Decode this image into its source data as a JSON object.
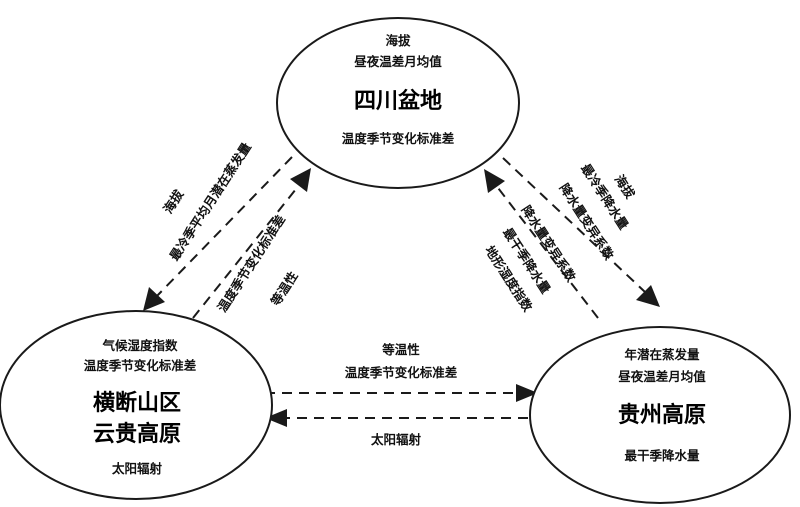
{
  "nodes": {
    "sichuan": {
      "top_lines": [
        "海拔",
        "昼夜温差月均值"
      ],
      "name_lines": [
        "四川盆地"
      ],
      "bottom_lines": [
        "温度季节变化标准差"
      ]
    },
    "hengduan": {
      "top_lines": [
        "气候湿度指数",
        "温度季节变化标准差"
      ],
      "name_lines": [
        "横断山区",
        "云贵高原"
      ],
      "bottom_lines": [
        "太阳辐射"
      ]
    },
    "guizhou": {
      "top_lines": [
        "年潜在蒸发量",
        "昼夜温差月均值"
      ],
      "name_lines": [
        "贵州高原"
      ],
      "bottom_lines": [
        "最干季降水量"
      ]
    }
  },
  "edges": {
    "sichuan_to_hengduan": [
      "海拔",
      "最冷季平均月潜在蒸发量"
    ],
    "hengduan_to_sichuan": [
      "温度季节变化标准差",
      "等温性"
    ],
    "sichuan_to_guizhou": [
      "海拔",
      "最冷季降水量",
      "降水量变异系数"
    ],
    "guizhou_to_sichuan": [
      "降水量变异系数",
      "最干季降水量",
      "地形湿度指数"
    ],
    "hengduan_to_guizhou": [
      "等温性",
      "温度季节变化标准差"
    ],
    "guizhou_to_hengduan": [
      "太阳辐射"
    ]
  }
}
